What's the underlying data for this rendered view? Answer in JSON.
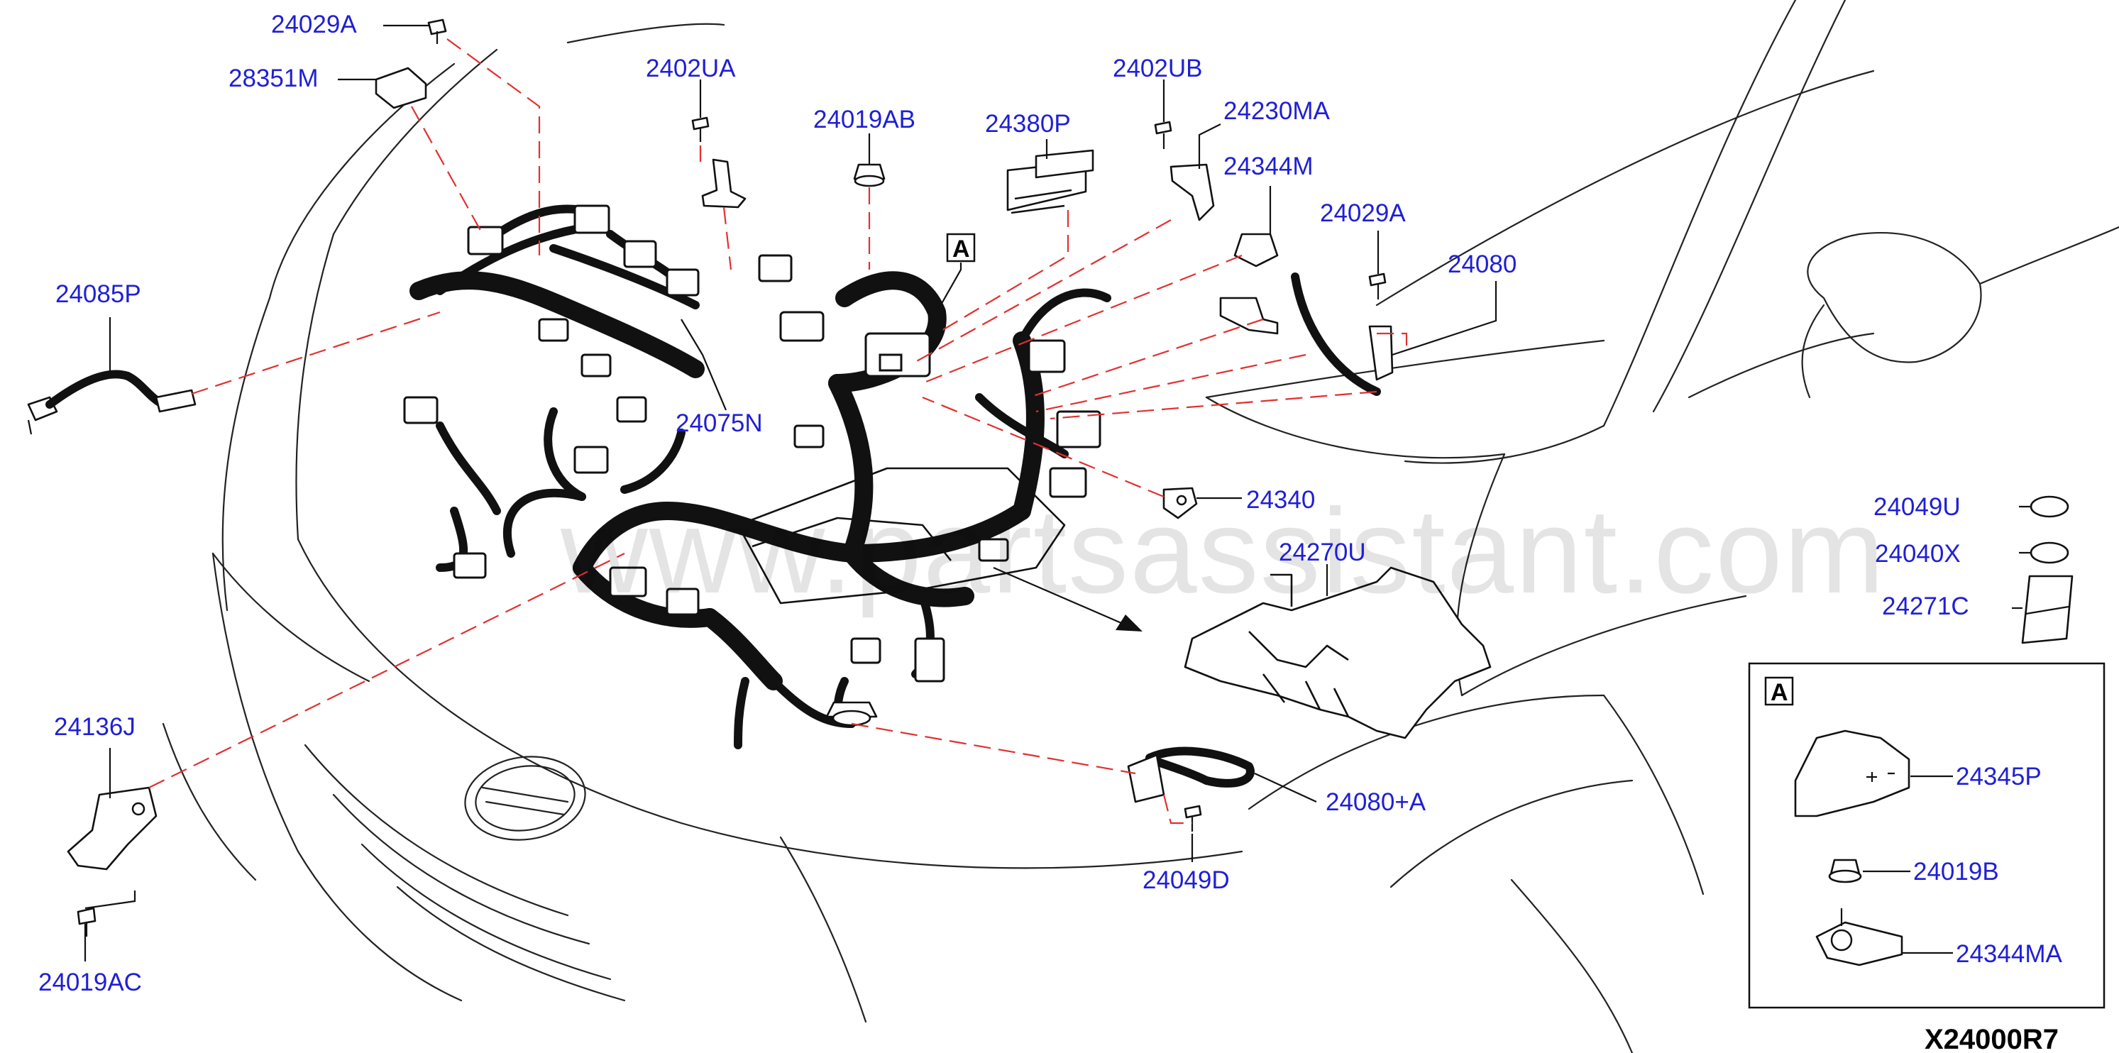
{
  "diagram_code": "X24000R7",
  "watermark": "www.partsassistant.com",
  "view_marker": "A",
  "inset_marker": "A",
  "labels": {
    "p24029A_top": "24029A",
    "p28351M": "28351M",
    "p2402UA": "2402UA",
    "p24019AB": "24019AB",
    "p24380P": "24380P",
    "p2402UB": "2402UB",
    "p24230MA": "24230MA",
    "p24344M": "24344M",
    "p24029A_right": "24029A",
    "p24080": "24080",
    "p24085P": "24085P",
    "p24075N": "24075N",
    "p24340": "24340",
    "p24049U": "24049U",
    "p24040X": "24040X",
    "p24270U": "24270U",
    "p24271C": "24271C",
    "p24136J": "24136J",
    "p24080A": "24080+A",
    "p24049D": "24049D",
    "p24019AC": "24019AC",
    "p24345P": "24345P",
    "p24019B": "24019B",
    "p24344MA": "24344MA"
  },
  "colors": {
    "label": "#1f1fd6",
    "leader_dash": "#e23030",
    "line": "#111111"
  }
}
